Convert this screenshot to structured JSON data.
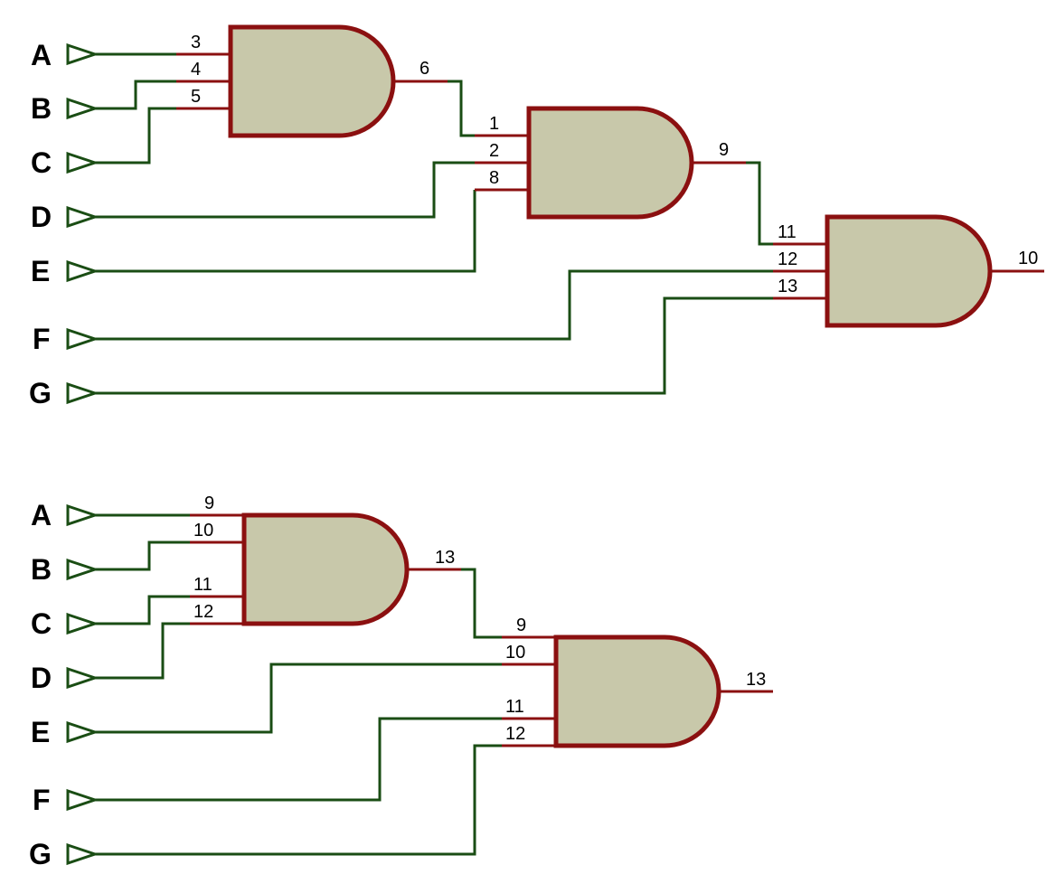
{
  "colors": {
    "wire": "#1a4d14",
    "pin": "#8b1010",
    "gate_fill": "#c8c8aa",
    "background": "#ffffff"
  },
  "circuits": [
    {
      "inputs": [
        "A",
        "B",
        "C",
        "D",
        "E",
        "F",
        "G"
      ],
      "gates": [
        {
          "type": "AND",
          "input_pins": [
            "3",
            "4",
            "5"
          ],
          "output_pin": "6"
        },
        {
          "type": "AND",
          "input_pins": [
            "1",
            "2",
            "8"
          ],
          "output_pin": "9"
        },
        {
          "type": "AND",
          "input_pins": [
            "11",
            "12",
            "13"
          ],
          "output_pin": "10"
        }
      ]
    },
    {
      "inputs": [
        "A",
        "B",
        "C",
        "D",
        "E",
        "F",
        "G"
      ],
      "gates": [
        {
          "type": "AND",
          "input_pins": [
            "9",
            "10",
            "11",
            "12"
          ],
          "output_pin": "13"
        },
        {
          "type": "AND",
          "input_pins": [
            "9",
            "10",
            "11",
            "12"
          ],
          "output_pin": "13"
        }
      ]
    }
  ]
}
